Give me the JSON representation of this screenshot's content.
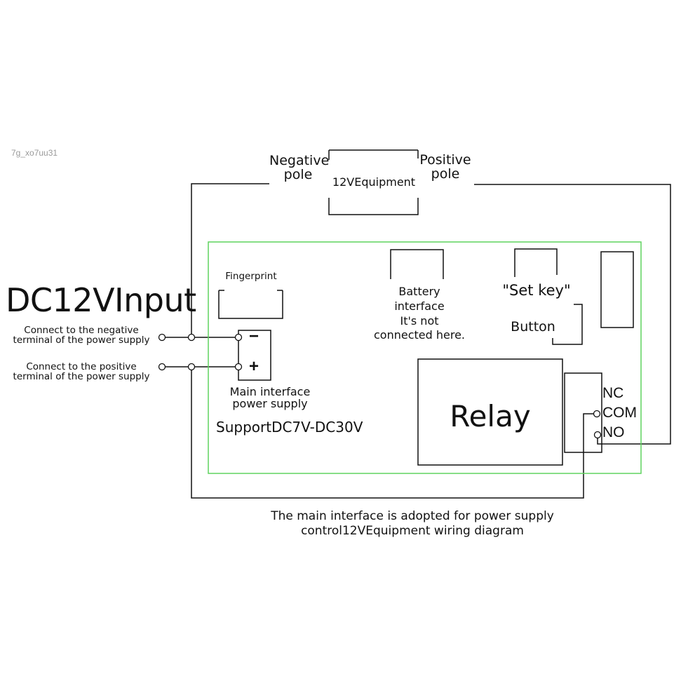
{
  "watermark": "7g_xo7uu31",
  "equipment": {
    "label": "12VEquipment",
    "negative_pole": "Negative\npole",
    "negative_line1": "Negative",
    "negative_line2": "pole",
    "positive_line1": "Positive",
    "positive_line2": "pole"
  },
  "input": {
    "title": "DC12VInput",
    "negative_line1": "Connect to the negative",
    "negative_line2": "terminal of the power supply",
    "positive_line1": "Connect to the positive",
    "positive_line2": "terminal of the power supply"
  },
  "board": {
    "border_color": "#5fd35f",
    "fingerprint_label": "Fingerprint",
    "minus_sign": "−",
    "plus_sign": "+",
    "main_interface_line1": "Main interface",
    "main_interface_line2": "power supply",
    "support_range": "SupportDC7V-DC30V",
    "battery_line1": "Battery",
    "battery_line2": "interface",
    "battery_line3": "It's not",
    "battery_line4": "connected here.",
    "set_key_label": "\"Set key\"",
    "button_label": "Button",
    "relay_label": "Relay",
    "terminals": [
      "NC",
      "COM",
      "NO"
    ]
  },
  "caption": {
    "line1": "The main interface is adopted for power supply",
    "line2": "control12VEquipment wiring diagram"
  }
}
